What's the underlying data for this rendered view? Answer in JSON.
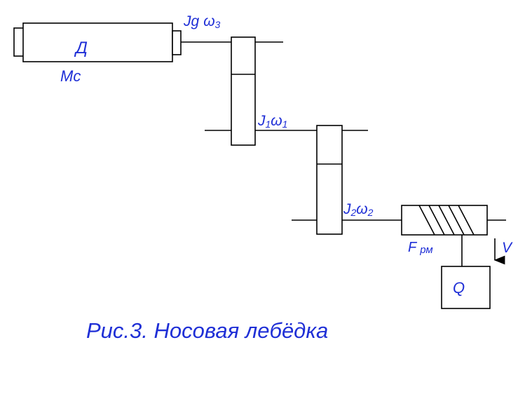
{
  "labels": {
    "motor": "Д",
    "motor_torque": "Mc",
    "shaft_motor_J": "Jg",
    "shaft_motor_w": "ω",
    "shaft_motor_w_sub": "3",
    "shaft1_J": "J",
    "shaft1_J_sub": "1",
    "shaft1_w": "ω",
    "shaft1_w_sub": "1",
    "shaft2_J": "J",
    "shaft2_J_sub": "2",
    "shaft2_w": "ω",
    "shaft2_w_sub": "2",
    "rope_force": "F",
    "rope_force_sub": "рм",
    "velocity": "V",
    "load": "Q"
  },
  "caption": "Рис.3. Носовая лебёдка",
  "colors": {
    "label": "#1f2fd6",
    "lines": "#000000"
  }
}
